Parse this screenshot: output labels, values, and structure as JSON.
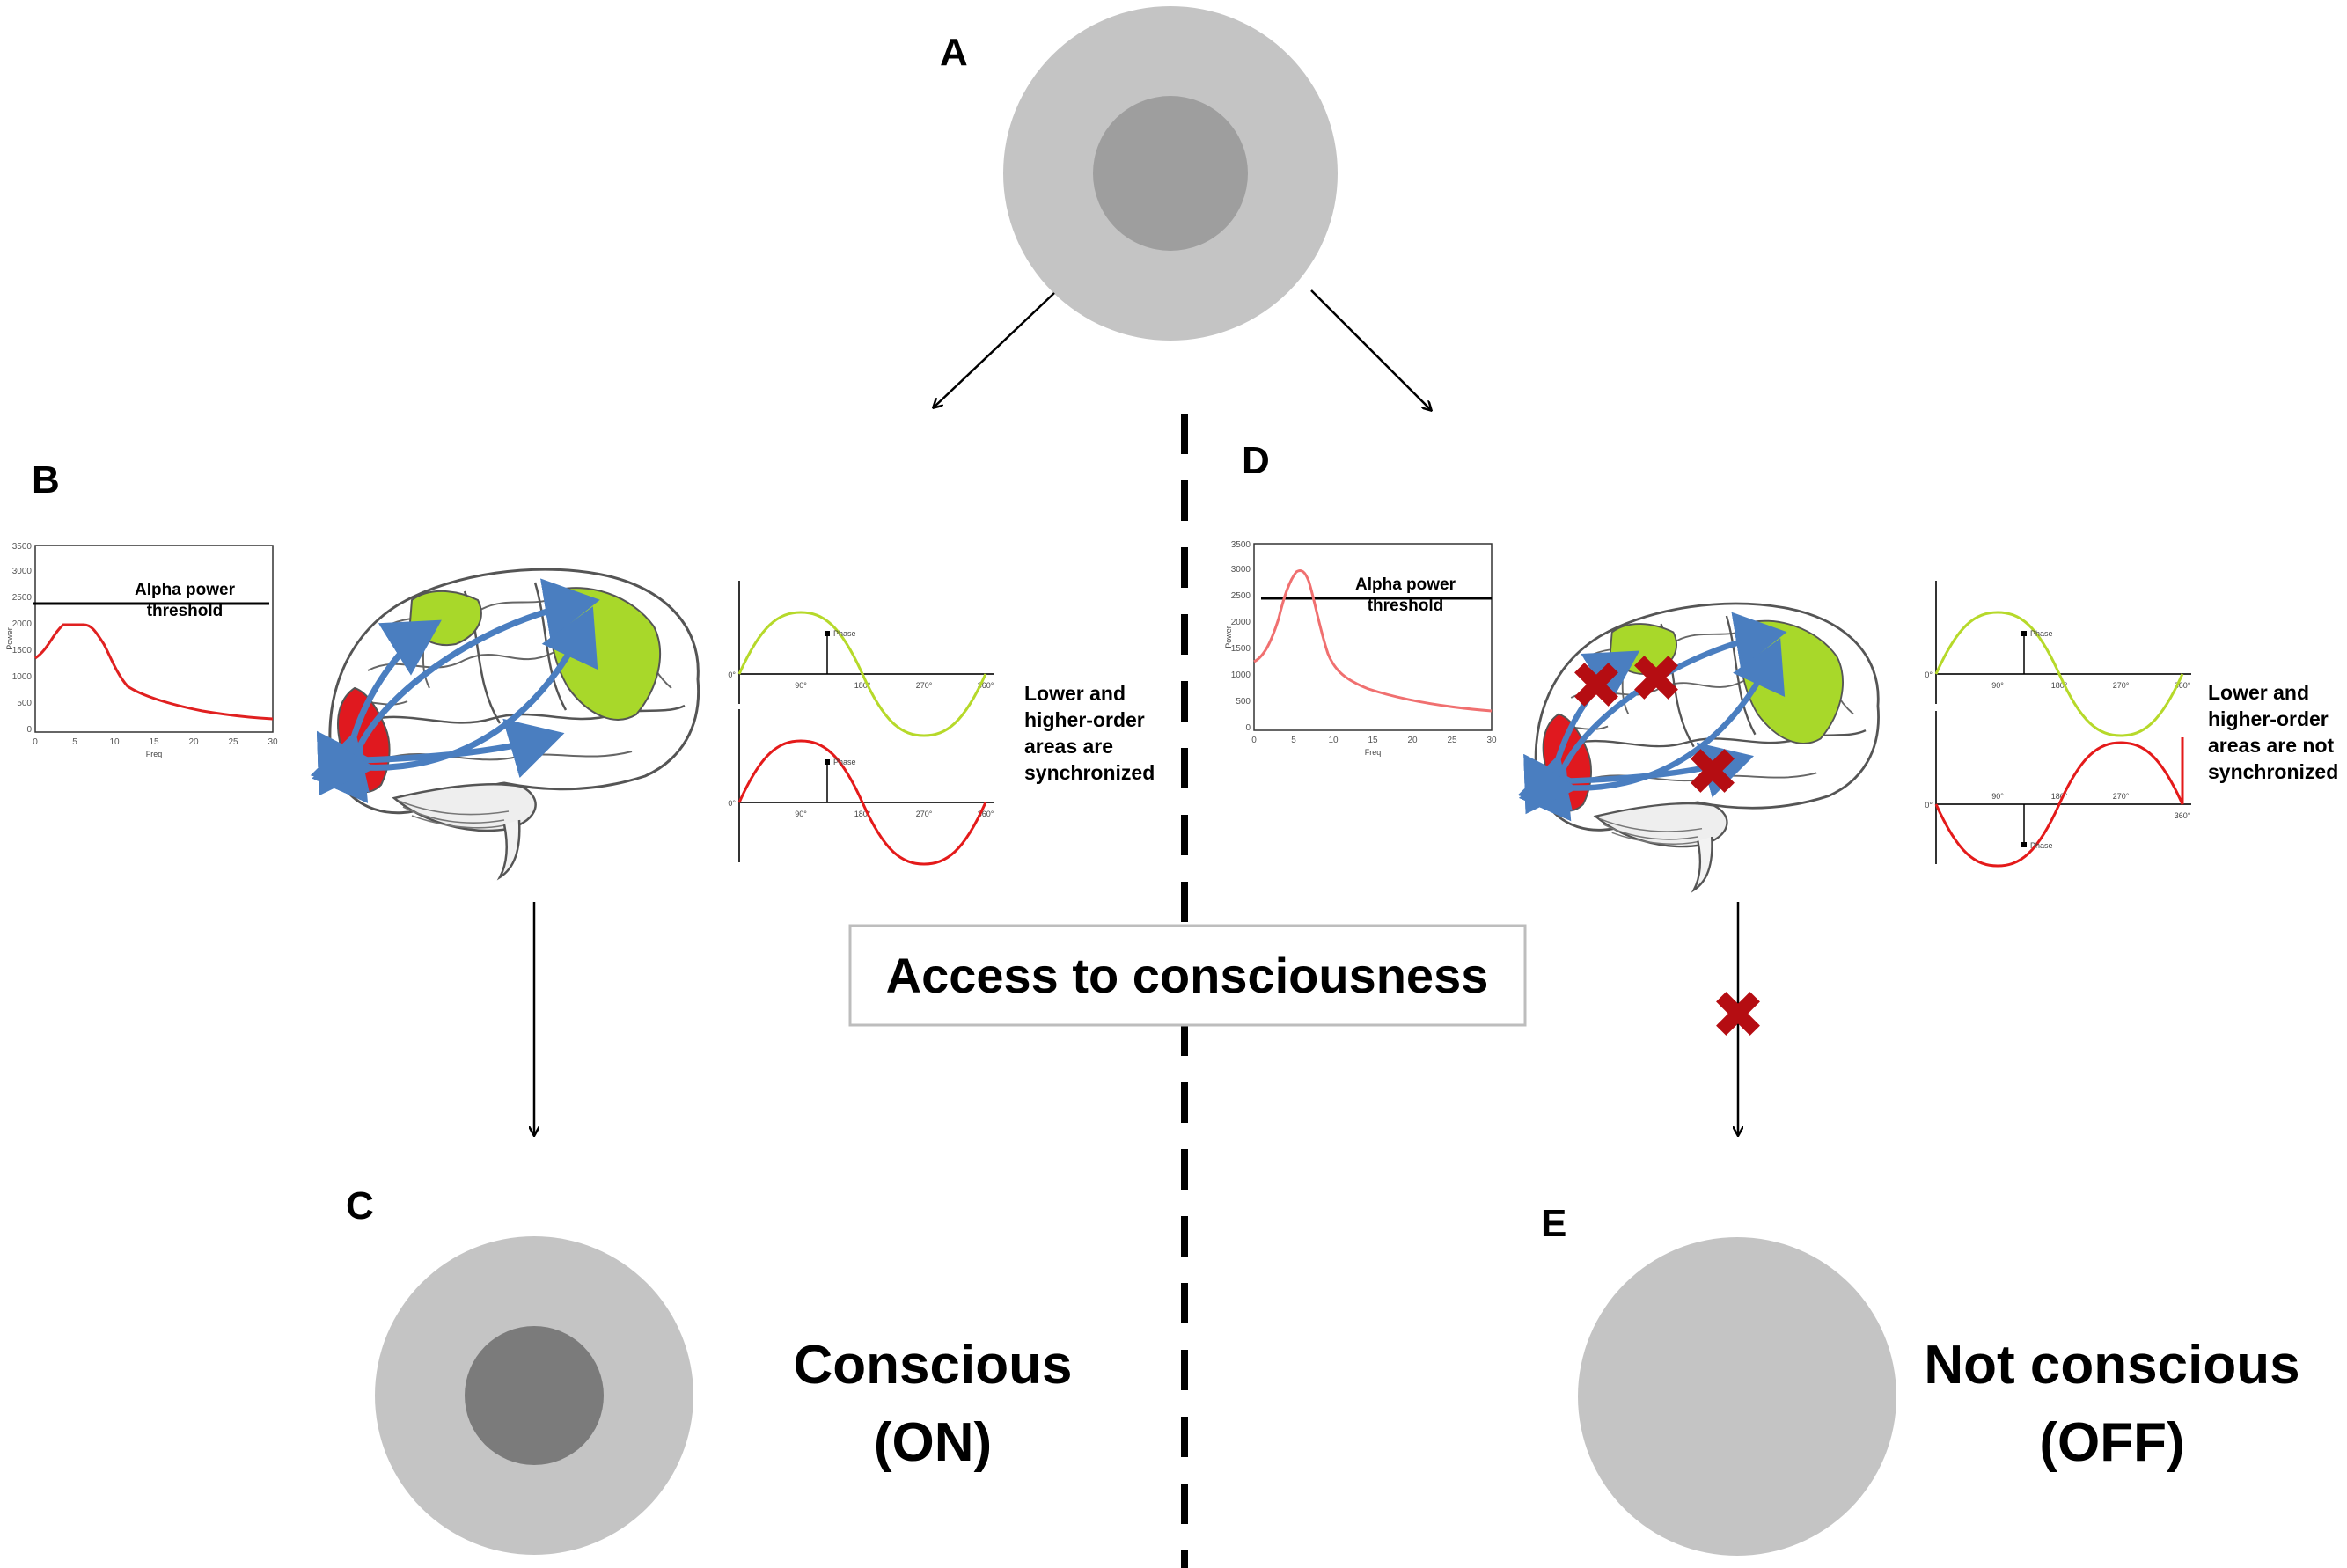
{
  "panels": {
    "A": {
      "letter": "A"
    },
    "B": {
      "letter": "B",
      "spectrum": {
        "threshold_label": [
          "Alpha power",
          "threshold"
        ],
        "y_ticks": [
          "0",
          "500",
          "1000",
          "1500",
          "2000",
          "2500",
          "3000",
          "3500"
        ],
        "x_ticks": [
          "0",
          "5",
          "10",
          "15",
          "20",
          "25",
          "30"
        ],
        "y_axis_label": "Power",
        "x_axis_label": "Freq"
      },
      "phase": {
        "ticks": [
          "0°",
          "90°",
          "180°",
          "270°",
          "360°"
        ],
        "marker_label": "Phase"
      },
      "sync_label": [
        "Lower and",
        "higher-order",
        "areas are",
        "synchronized"
      ]
    },
    "C": {
      "letter": "C",
      "state_label": [
        "Conscious",
        "(ON)"
      ]
    },
    "D": {
      "letter": "D",
      "spectrum": {
        "threshold_label": [
          "Alpha power",
          "threshold"
        ],
        "y_ticks": [
          "0",
          "500",
          "1000",
          "1500",
          "2000",
          "2500",
          "3000",
          "3500"
        ],
        "x_ticks": [
          "0",
          "5",
          "10",
          "15",
          "20",
          "25",
          "30"
        ],
        "y_axis_label": "Power",
        "x_axis_label": "Freq"
      },
      "phase": {
        "ticks": [
          "0°",
          "90°",
          "180°",
          "270°",
          "360°"
        ],
        "marker_label": "Phase"
      },
      "sync_label": [
        "Lower and",
        "higher-order",
        "areas are not",
        "synchronized"
      ]
    },
    "E": {
      "letter": "E",
      "state_label": [
        "Not conscious",
        "(OFF)"
      ]
    }
  },
  "center_box": "Access to consciousness",
  "colors": {
    "outer_circle": "#c4c4c4",
    "inner_circle_A": "#9e9e9e",
    "inner_circle_C": "#7b7b7b",
    "red_area": "#e0191f",
    "green_area": "#a8d82a",
    "arrow_blue": "#4a7ec0",
    "cross_red": "#b50d12",
    "spectrum_B": "#e02020",
    "spectrum_D": "#f07070",
    "wave_green": "#b6d92a",
    "wave_red": "#e41a1a"
  },
  "icons": [
    "block-cross-icon",
    "brain-illustration"
  ]
}
